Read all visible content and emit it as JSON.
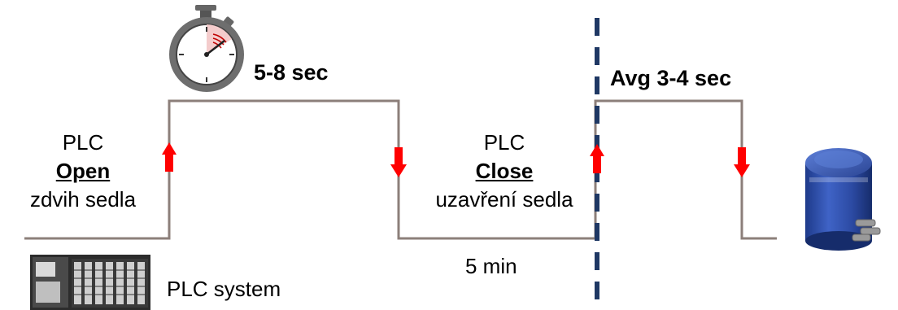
{
  "timing_top": "5-8 sec",
  "timing_avg": "Avg 3-4 sec",
  "open_block": {
    "line1": "PLC",
    "line2": "Open",
    "line3": "zdvih sedla"
  },
  "close_block": {
    "line1": "PLC",
    "line2": "Close",
    "line3": "uzavření sedla"
  },
  "duration": "5 min",
  "plc_system": "PLC system",
  "colors": {
    "signal_line": "#8c7f7a",
    "arrow": "#ff0000",
    "divider": "#1f3864",
    "actuator": "#2d4ba0"
  },
  "icons": [
    "stopwatch-icon",
    "plc-rack-image",
    "valve-actuator-image"
  ]
}
